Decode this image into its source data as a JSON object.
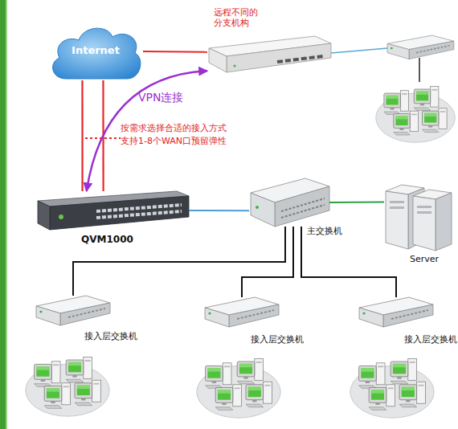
{
  "diagram": {
    "nodes": [
      {
        "text": [
          "Internet"
        ]
      },
      {
        "text": [
          "远程不同的 分支机构"
        ]
      },
      {
        "text": [
          "QVM1000"
        ]
      },
      {
        "text": [
          "主交换机"
        ]
      },
      {
        "text": [
          "Server"
        ]
      },
      {
        "text": [
          "接入层交换机"
        ]
      },
      {
        "text": [
          "接入层交换机"
        ]
      },
      {
        "text": [
          "接入层交换机"
        ]
      }
    ],
    "edges": [
      {
        "from": 0,
        "to": 1,
        "arrow": "none"
      },
      {
        "from": 0,
        "to": 2,
        "arrow": "none"
      },
      {
        "from": 0,
        "to": 2,
        "arrow": "none"
      },
      {
        "from": 1,
        "to": 2,
        "arrow": "both",
        "label": "VPN连接"
      },
      {
        "from": 2,
        "to": 3,
        "arrow": "none"
      },
      {
        "from": 3,
        "to": 4,
        "arrow": "none"
      },
      {
        "from": 3,
        "to": 5,
        "arrow": "none"
      },
      {
        "from": 3,
        "to": 6,
        "arrow": "none"
      },
      {
        "from": 3,
        "to": 7,
        "arrow": "none"
      }
    ],
    "labels": [
      "按需求选择合适的接入方式 支持1-8个WAN口预留弹性"
    ]
  }
}
